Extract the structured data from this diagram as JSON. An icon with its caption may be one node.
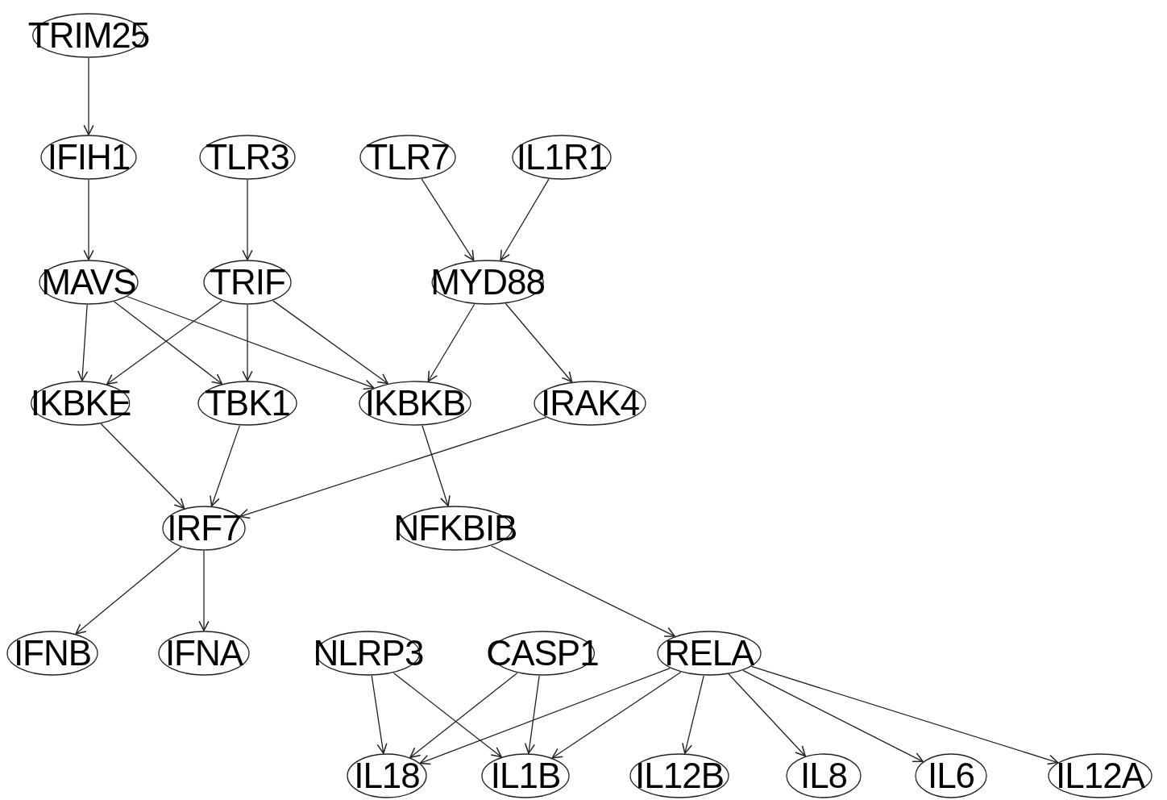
{
  "diagram": {
    "nodes": [
      {
        "text": [
          "TRIM25"
        ]
      },
      {
        "text": [
          "IFIH1"
        ]
      },
      {
        "text": [
          "TLR3"
        ]
      },
      {
        "text": [
          "TLR7"
        ]
      },
      {
        "text": [
          "IL1R1"
        ]
      },
      {
        "text": [
          "MAVS"
        ]
      },
      {
        "text": [
          "TRIF"
        ]
      },
      {
        "text": [
          "MYD88"
        ]
      },
      {
        "text": [
          "IKBKE"
        ]
      },
      {
        "text": [
          "TBK1"
        ]
      },
      {
        "text": [
          "IKBKB"
        ]
      },
      {
        "text": [
          "IRAK4"
        ]
      },
      {
        "text": [
          "IRF7"
        ]
      },
      {
        "text": [
          "NFKBIB"
        ]
      },
      {
        "text": [
          "IFNB"
        ]
      },
      {
        "text": [
          "IFNA"
        ]
      },
      {
        "text": [
          "NLRP3"
        ]
      },
      {
        "text": [
          "CASP1"
        ]
      },
      {
        "text": [
          "RELA"
        ]
      },
      {
        "text": [
          "IL18"
        ]
      },
      {
        "text": [
          "IL1B"
        ]
      },
      {
        "text": [
          "IL12B"
        ]
      },
      {
        "text": [
          "IL8"
        ]
      },
      {
        "text": [
          "IL6"
        ]
      },
      {
        "text": [
          "IL12A"
        ]
      }
    ],
    "edges": [
      {
        "from": 0,
        "to": 1,
        "arrow": "to"
      },
      {
        "from": 1,
        "to": 5,
        "arrow": "to"
      },
      {
        "from": 2,
        "to": 6,
        "arrow": "to"
      },
      {
        "from": 3,
        "to": 7,
        "arrow": "to"
      },
      {
        "from": 4,
        "to": 7,
        "arrow": "to"
      },
      {
        "from": 5,
        "to": 8,
        "arrow": "to"
      },
      {
        "from": 5,
        "to": 9,
        "arrow": "to"
      },
      {
        "from": 5,
        "to": 10,
        "arrow": "to"
      },
      {
        "from": 6,
        "to": 8,
        "arrow": "to"
      },
      {
        "from": 6,
        "to": 9,
        "arrow": "to"
      },
      {
        "from": 6,
        "to": 10,
        "arrow": "to"
      },
      {
        "from": 7,
        "to": 10,
        "arrow": "to"
      },
      {
        "from": 7,
        "to": 11,
        "arrow": "to"
      },
      {
        "from": 8,
        "to": 12,
        "arrow": "to"
      },
      {
        "from": 9,
        "to": 12,
        "arrow": "to"
      },
      {
        "from": 11,
        "to": 12,
        "arrow": "to"
      },
      {
        "from": 10,
        "to": 13,
        "arrow": "to"
      },
      {
        "from": 12,
        "to": 14,
        "arrow": "to"
      },
      {
        "from": 12,
        "to": 15,
        "arrow": "to"
      },
      {
        "from": 13,
        "to": 18,
        "arrow": "to"
      },
      {
        "from": 16,
        "to": 19,
        "arrow": "to"
      },
      {
        "from": 16,
        "to": 20,
        "arrow": "to"
      },
      {
        "from": 17,
        "to": 19,
        "arrow": "to"
      },
      {
        "from": 17,
        "to": 20,
        "arrow": "to"
      },
      {
        "from": 18,
        "to": 19,
        "arrow": "to"
      },
      {
        "from": 18,
        "to": 20,
        "arrow": "to"
      },
      {
        "from": 18,
        "to": 21,
        "arrow": "to"
      },
      {
        "from": 18,
        "to": 22,
        "arrow": "to"
      },
      {
        "from": 18,
        "to": 23,
        "arrow": "to"
      },
      {
        "from": 18,
        "to": 24,
        "arrow": "to"
      }
    ]
  }
}
